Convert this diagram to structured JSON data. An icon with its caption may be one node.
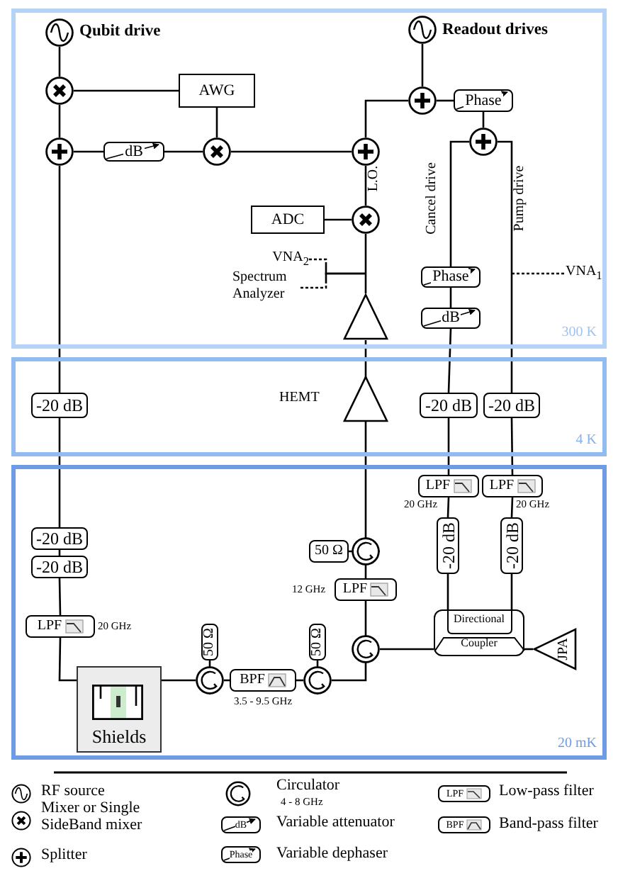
{
  "diagram": {
    "nodes": [
      {
        "text": [
          "300 K"
        ]
      },
      {
        "text": [],
        "shape": "circle",
        "in": 0,
        "beside": [
          "Qubit drive"
        ]
      },
      {
        "text": [],
        "shape": "circle",
        "in": 0
      },
      {
        "text": [
          "AWG"
        ],
        "in": 0
      },
      {
        "text": [],
        "shape": "circle",
        "in": 0
      },
      {
        "text": [
          "dB"
        ],
        "in": 0
      },
      {
        "text": [],
        "shape": "circle",
        "in": 0
      },
      {
        "text": [],
        "shape": "circle",
        "in": 0,
        "beside": [
          "Readout drives"
        ]
      },
      {
        "text": [],
        "shape": "circle",
        "in": 0
      },
      {
        "text": [
          "Phase"
        ],
        "in": 0
      },
      {
        "text": [],
        "shape": "circle",
        "in": 0
      },
      {
        "text": [],
        "shape": "circle",
        "in": 0
      },
      {
        "text": [
          "ADC"
        ],
        "in": 0
      },
      {
        "text": [],
        "shape": "circle",
        "in": 0
      },
      {
        "text": [
          "VNA$_{2}$"
        ],
        "in": 0
      },
      {
        "text": [
          "Spectrum Analyzer"
        ],
        "in": 0
      },
      {
        "text": [],
        "shape": "triangle",
        "in": 0
      },
      {
        "text": [
          "Phase"
        ],
        "in": 0
      },
      {
        "text": [
          "dB"
        ],
        "in": 0
      },
      {
        "text": [
          "VNA$_{1}$"
        ],
        "in": 0
      },
      {
        "text": [
          "4 K"
        ]
      },
      {
        "text": [
          "-20 dB"
        ],
        "in": 20
      },
      {
        "text": [],
        "shape": "triangle",
        "in": 20,
        "beside": [
          "HEMT"
        ]
      },
      {
        "text": [
          "-20 dB"
        ],
        "in": 20
      },
      {
        "text": [
          "-20 dB"
        ],
        "in": 20
      },
      {
        "text": [
          "20 mK"
        ]
      },
      {
        "text": [
          "-20 dB"
        ],
        "in": 25
      },
      {
        "text": [
          "-20 dB"
        ],
        "in": 25
      },
      {
        "text": [
          "LPF"
        ],
        "in": 25,
        "beside": [
          "20 GHz"
        ]
      },
      {
        "text": [
          "Shields"
        ],
        "in": 25
      },
      {
        "text": [],
        "shape": "box",
        "in": 29
      },
      {
        "text": [],
        "shape": "circle",
        "in": 25
      },
      {
        "text": [
          "50 Ω"
        ],
        "in": 25
      },
      {
        "text": [
          "BPF"
        ],
        "in": 25,
        "beside": [
          "3.5 - 9.5 GHz"
        ]
      },
      {
        "text": [],
        "shape": "circle",
        "in": 25
      },
      {
        "text": [
          "50 Ω"
        ],
        "in": 25
      },
      {
        "text": [],
        "shape": "circle",
        "in": 25
      },
      {
        "text": [
          "LPF"
        ],
        "in": 25,
        "beside": [
          "12 GHz"
        ]
      },
      {
        "text": [],
        "shape": "circle",
        "in": 25
      },
      {
        "text": [
          "50 Ω"
        ],
        "in": 25
      },
      {
        "text": [
          "Directional",
          "Coupler"
        ],
        "in": 25
      },
      {
        "text": [
          "JPA"
        ],
        "in": 25
      },
      {
        "text": [
          "LPF"
        ],
        "in": 25,
        "beside": [
          "20 GHz"
        ]
      },
      {
        "text": [
          "-20 dB"
        ],
        "in": 25
      },
      {
        "text": [
          "LPF"
        ],
        "in": 25,
        "beside": [
          "20 GHz"
        ]
      },
      {
        "text": [
          "-20 dB"
        ],
        "in": 25
      }
    ],
    "edges": [
      {
        "from": 1,
        "to": 2,
        "arrow": "none"
      },
      {
        "from": 2,
        "to": 3,
        "arrow": "none"
      },
      {
        "from": 2,
        "to": 4,
        "arrow": "none"
      },
      {
        "from": 4,
        "to": 5,
        "arrow": "none"
      },
      {
        "from": 5,
        "to": 6,
        "arrow": "none"
      },
      {
        "from": 3,
        "to": 6,
        "arrow": "none"
      },
      {
        "from": 6,
        "to": 11,
        "arrow": "none"
      },
      {
        "from": 7,
        "to": 8,
        "arrow": "none"
      },
      {
        "from": 8,
        "to": 9,
        "arrow": "none"
      },
      {
        "from": 9,
        "to": 10,
        "arrow": "none"
      },
      {
        "from": 8,
        "to": 11,
        "arrow": "none"
      },
      {
        "from": 11,
        "to": 13,
        "arrow": "none",
        "label": "L.O."
      },
      {
        "from": 12,
        "to": 13,
        "arrow": "none"
      },
      {
        "from": 13,
        "to": 16,
        "arrow": "none"
      },
      {
        "from": 14,
        "to": null,
        "arrow": "none",
        "style": "dashed"
      },
      {
        "from": 15,
        "to": null,
        "arrow": "none",
        "style": "dashed"
      },
      {
        "from": 10,
        "to": 17,
        "arrow": "none",
        "label": "Cancel drive"
      },
      {
        "from": 17,
        "to": 18,
        "arrow": "none"
      },
      {
        "from": 10,
        "to": 24,
        "arrow": "none",
        "label": "Pump drive"
      },
      {
        "from": null,
        "to": 19,
        "arrow": "none",
        "style": "dashed"
      },
      {
        "from": 4,
        "to": 21,
        "arrow": "none"
      },
      {
        "from": 16,
        "to": 22,
        "arrow": "none"
      },
      {
        "from": 18,
        "to": 23,
        "arrow": "none"
      },
      {
        "from": 21,
        "to": 26,
        "arrow": "none"
      },
      {
        "from": 26,
        "to": 27,
        "arrow": "none"
      },
      {
        "from": 27,
        "to": 28,
        "arrow": "none"
      },
      {
        "from": 28,
        "to": 30,
        "arrow": "none"
      },
      {
        "from": 30,
        "to": 31,
        "arrow": "none"
      },
      {
        "from": 31,
        "to": 32,
        "arrow": "none"
      },
      {
        "from": 31,
        "to": 33,
        "arrow": "none"
      },
      {
        "from": 33,
        "to": 34,
        "arrow": "none"
      },
      {
        "from": 34,
        "to": 35,
        "arrow": "none"
      },
      {
        "from": 34,
        "to": 36,
        "arrow": "none"
      },
      {
        "from": 36,
        "to": 37,
        "arrow": "none"
      },
      {
        "from": 37,
        "to": 38,
        "arrow": "none"
      },
      {
        "from": 38,
        "to": 39,
        "arrow": "none"
      },
      {
        "from": 38,
        "to": 22,
        "arrow": "none"
      },
      {
        "from": 36,
        "to": 40,
        "arrow": "none"
      },
      {
        "from": 40,
        "to": 41,
        "arrow": "none"
      },
      {
        "from": 23,
        "to": 42,
        "arrow": "none"
      },
      {
        "from": 42,
        "to": 43,
        "arrow": "none"
      },
      {
        "from": 43,
        "to": 40,
        "arrow": "none"
      },
      {
        "from": 24,
        "to": 44,
        "arrow": "none"
      },
      {
        "from": 44,
        "to": 45,
        "arrow": "none"
      },
      {
        "from": 45,
        "to": 40,
        "arrow": "none"
      }
    ],
    "labels": [
      "4 - 8 GHz",
      "dB",
      "Phase",
      "LPF",
      "BPF"
    ],
    "legend": [
      {
        "text": "RF source"
      },
      {
        "text": "Mixer or Single SideBand mixer"
      },
      {
        "text": "Splitter"
      },
      {
        "text": "Circulator"
      },
      {
        "text": "Variable attenuator"
      },
      {
        "text": "Variable dephaser"
      },
      {
        "text": "Low-pass filter"
      },
      {
        "text": "Band-pass filter"
      }
    ]
  }
}
